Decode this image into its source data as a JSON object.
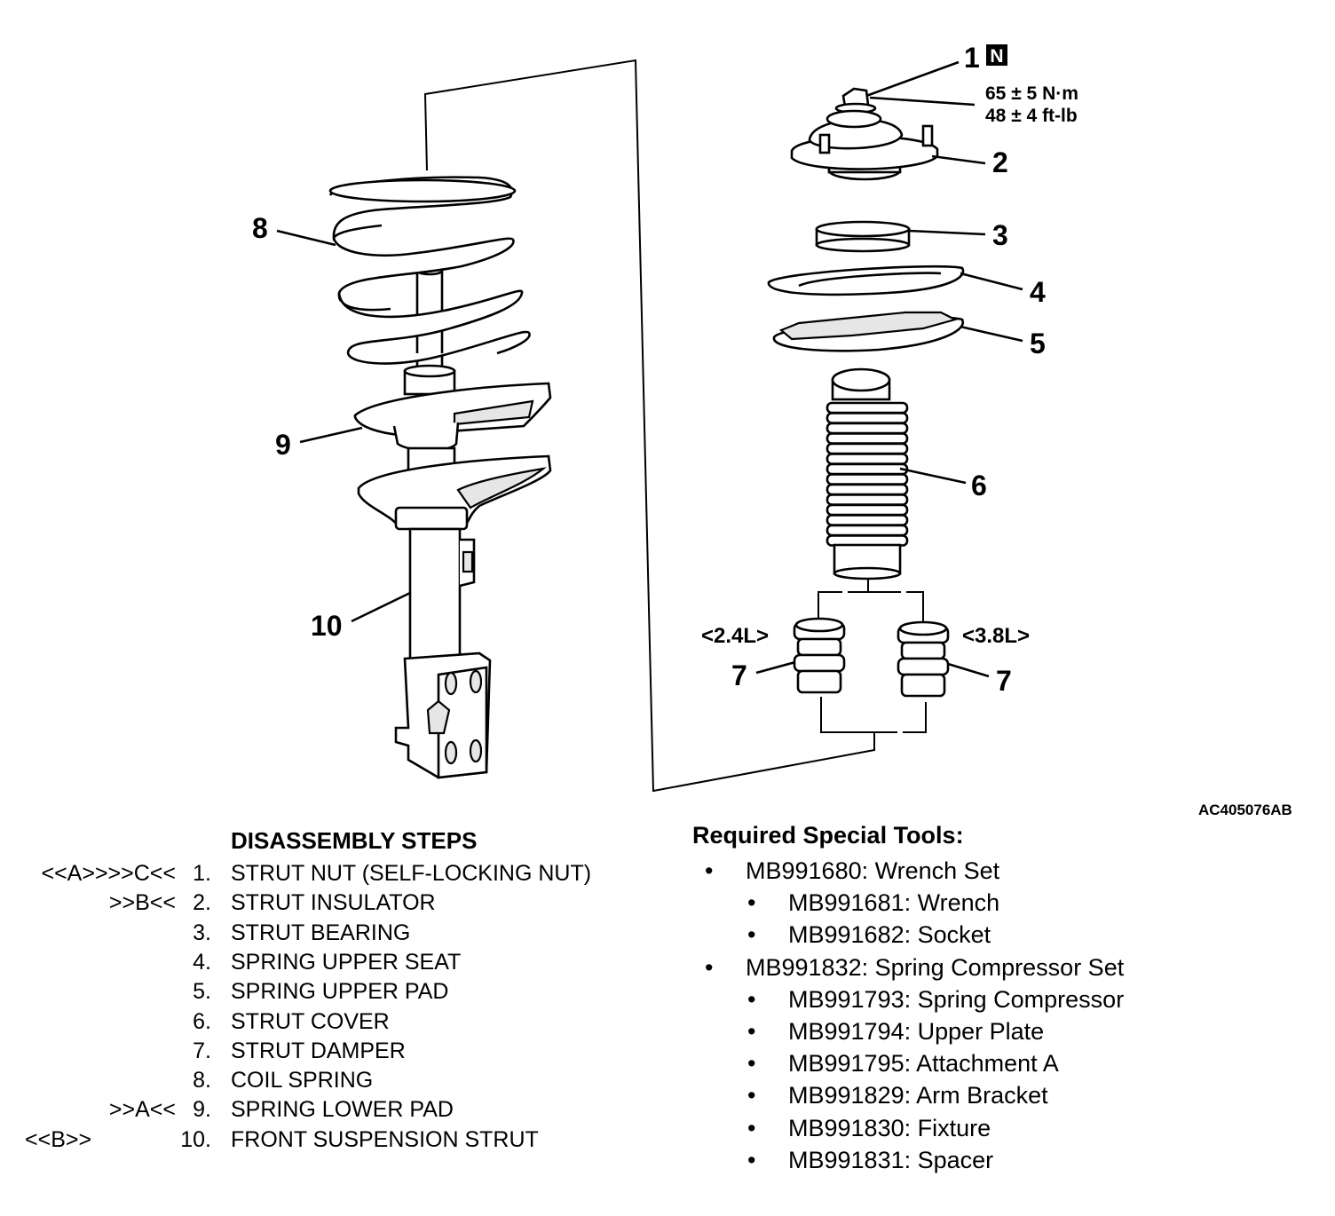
{
  "diagram": {
    "callouts": {
      "p1": "1",
      "p2": "2",
      "p3": "3",
      "p4": "4",
      "p5": "5",
      "p6": "6",
      "p7a": "7",
      "p7b": "7",
      "p8": "8",
      "p9": "9",
      "p10": "10"
    },
    "new_part_badge": "N",
    "torque_metric": "65 ± 5 N·m",
    "torque_imperial": "48 ± 4 ft-lb",
    "variant_left": "<2.4L>",
    "variant_right": "<3.8L>",
    "figure_id": "AC405076AB"
  },
  "disassembly": {
    "title": "DISASSEMBLY STEPS",
    "steps": [
      {
        "marker": "<<A>>>>C<<",
        "num": "1.",
        "label": "STRUT NUT (SELF-LOCKING NUT)"
      },
      {
        "marker": ">>B<<",
        "num": "2.",
        "label": "STRUT INSULATOR"
      },
      {
        "marker": "",
        "num": "3.",
        "label": "STRUT BEARING"
      },
      {
        "marker": "",
        "num": "4.",
        "label": "SPRING UPPER SEAT"
      },
      {
        "marker": "",
        "num": "5.",
        "label": "SPRING UPPER PAD"
      },
      {
        "marker": "",
        "num": "6.",
        "label": "STRUT COVER"
      },
      {
        "marker": "",
        "num": "7.",
        "label": "STRUT DAMPER"
      },
      {
        "marker": "",
        "num": "8.",
        "label": "COIL SPRING"
      },
      {
        "marker": ">>A<<",
        "num": "9.",
        "label": "SPRING LOWER PAD"
      },
      {
        "marker": "<<B>>",
        "num": "10.",
        "label": "FRONT SUSPENSION STRUT"
      }
    ]
  },
  "tools": {
    "title": "Required Special Tools:",
    "bullet": "•",
    "items": [
      {
        "text": "MB991680: Wrench Set",
        "level": 1
      },
      {
        "text": "MB991681: Wrench",
        "level": 2
      },
      {
        "text": "MB991682: Socket",
        "level": 2
      },
      {
        "text": "MB991832: Spring Compressor Set",
        "level": 1
      },
      {
        "text": "MB991793: Spring Compressor",
        "level": 2
      },
      {
        "text": "MB991794: Upper Plate",
        "level": 2
      },
      {
        "text": "MB991795: Attachment A",
        "level": 2
      },
      {
        "text": "MB991829: Arm Bracket",
        "level": 2
      },
      {
        "text": "MB991830: Fixture",
        "level": 2
      },
      {
        "text": "MB991831: Spacer",
        "level": 2
      }
    ]
  }
}
